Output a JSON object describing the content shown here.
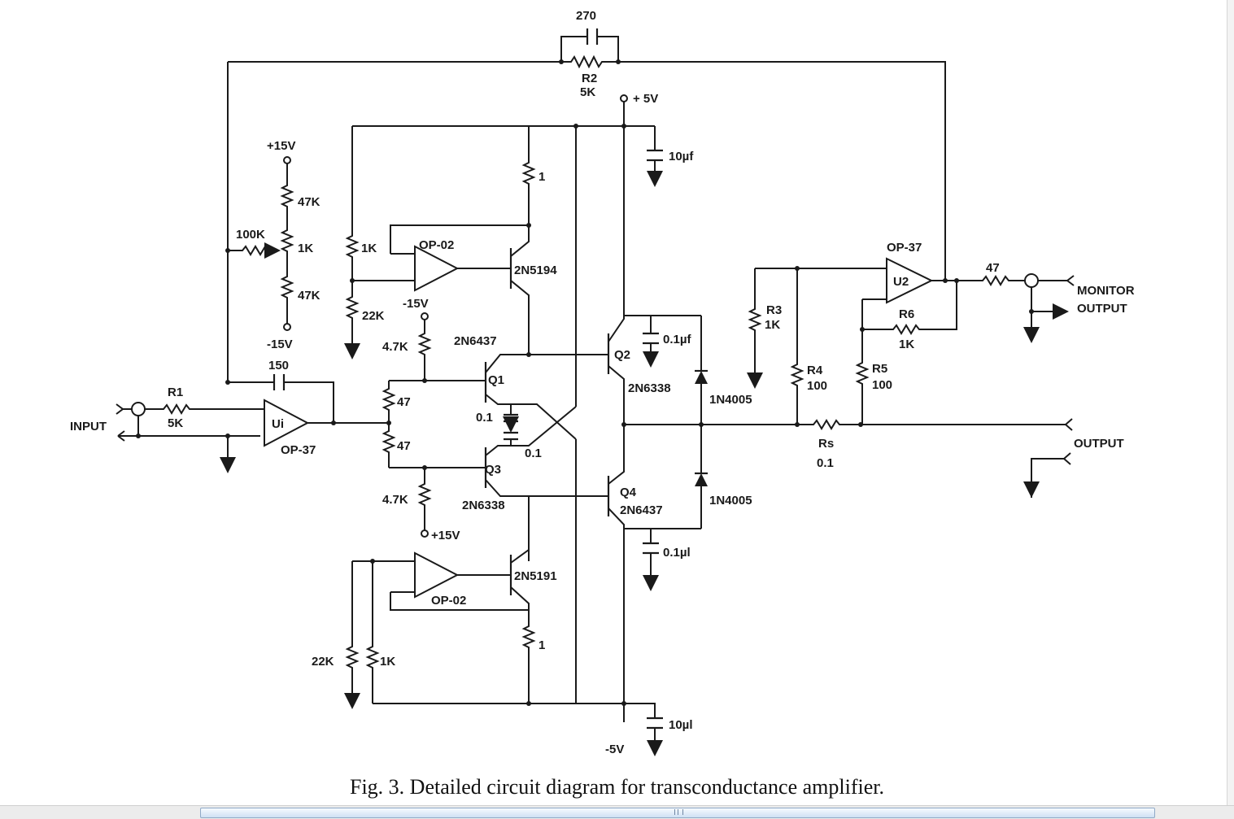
{
  "caption": "Fig. 3.  Detailed circuit diagram for transconductance amplifier.",
  "labels": {
    "c270": "270",
    "r2": "R2",
    "r2_val": "5K",
    "plus5v": "+ 5V",
    "c10uf_top": "10µf",
    "plus15v_pot": "+15V",
    "r47k_top": "47K",
    "r100k": "100K",
    "pot1k": "1K",
    "r47k_bot": "47K",
    "minus15v_pot": "-15V",
    "r1_top": "1",
    "r1k_top": "1K",
    "op02_top": "OP-02",
    "q2n5194": "2N5194",
    "r22k_top": "22K",
    "minus15v_mid": "-15V",
    "r4_7k_top": "4.7K",
    "q2n6437_top": "2N6437",
    "c01uf_q2": "0.1µf",
    "q2": "Q2",
    "q2n6338_q2": "2N6338",
    "d1n4005_top": "1N4005",
    "r3": "R3",
    "r3_val": "1K",
    "r4": "R4",
    "r4_val": "100",
    "r5": "R5",
    "r5_val": "100",
    "op37_right": "OP-37",
    "u2": "U2",
    "r6": "R6",
    "r6_val": "1K",
    "r47": "47",
    "monitor": "MONITOR",
    "monitor_out": "OUTPUT",
    "output": "OUTPUT",
    "c150": "150",
    "r1_label": "R1",
    "r1_val": "5K",
    "input": "INPUT",
    "u1": "Ui",
    "op37_left": "OP-37",
    "r47_a": "47",
    "r47_b": "47",
    "q1": "Q1",
    "c01_left": "0.1",
    "c01_mid": "0.1",
    "q3": "Q3",
    "rs": "Rs",
    "rs_val": "0.1",
    "r4_7k_bot": "4.7K",
    "q2n6338_bot": "2N6338",
    "plus15v_bot": "+15V",
    "q4": "Q4",
    "q2n6437_bot": "2N6437",
    "d1n4005_bot": "1N4005",
    "c01uf_q4": "0.1µl",
    "op02_bot": "OP-02",
    "q2n5191": "2N5191",
    "r1_bot": "1",
    "r22k_bot": "22K",
    "r1k_bot": "1K",
    "c10uf_bot": "10µl",
    "minus5v": "-5V"
  }
}
